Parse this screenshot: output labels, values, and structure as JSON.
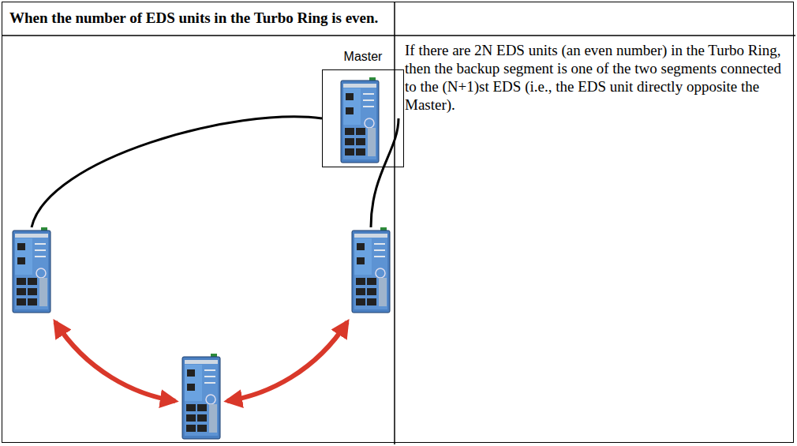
{
  "diagram": {
    "title": "When the number of EDS units in the Turbo Ring is even.",
    "nodes": [
      {
        "text": [
          "Master"
        ]
      }
    ],
    "labels": [
      "If there are 2N EDS units (an even number) in the Turbo Ring, then the backup segment is one of the two segments connected to the (N+1)st EDS (i.e., the EDS unit directly opposite the Master)."
    ]
  }
}
